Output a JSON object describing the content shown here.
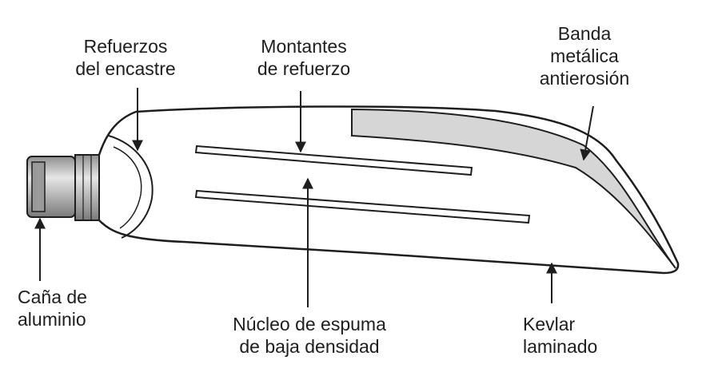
{
  "diagram": {
    "labels": {
      "refuerzos_encastre": [
        "Refuerzos",
        "del encastre"
      ],
      "montantes": [
        "Montantes",
        "de refuerzo"
      ],
      "banda": [
        "Banda",
        "metálica",
        "antierosión"
      ],
      "cana": [
        "Caña de",
        "aluminio"
      ],
      "nucleo": [
        "Núcleo de espuma",
        "de baja densidad"
      ],
      "kevlar": [
        "Kevlar",
        "laminado"
      ]
    },
    "colors": {
      "line": "#1e1e1e",
      "band_fill": "#d6d6d6",
      "tube_dark": "#8f8f8f",
      "tube_mid": "#bdbdbd",
      "tube_light": "#e6e6e6"
    }
  }
}
